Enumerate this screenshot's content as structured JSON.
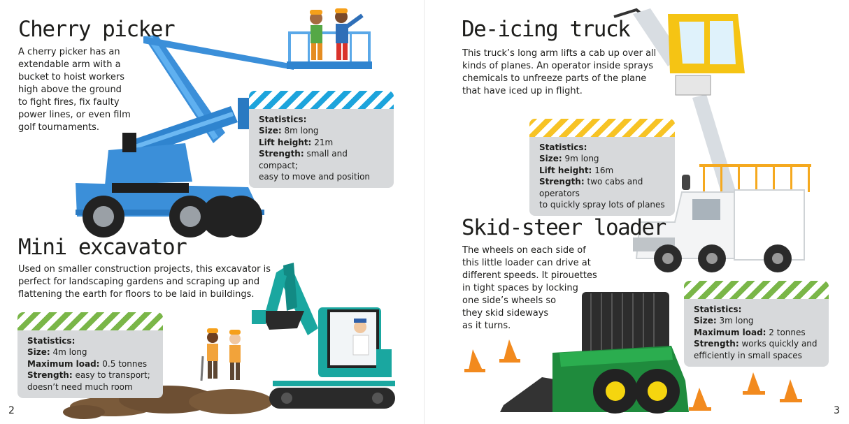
{
  "left_page": {
    "page_number": "2",
    "cherry_picker": {
      "title": "Cherry picker",
      "body": [
        "A cherry picker has an",
        "extendable arm with a",
        "bucket to hoist workers",
        "high above the ground",
        "to fight fires, fix faulty",
        "power lines, or even film",
        "golf tournaments."
      ],
      "stats": {
        "heading": "Statistics:",
        "rows": [
          {
            "label": "Size:",
            "value": "8m long"
          },
          {
            "label": "Lift height:",
            "value": "21m"
          },
          {
            "label": "Strength:",
            "value": "small and compact;"
          }
        ],
        "extra": "easy to move and position",
        "stripe_color": "#1da4dc"
      }
    },
    "mini_excavator": {
      "title": "Mini excavator",
      "body": [
        "Used on smaller construction projects, this excavator is",
        "perfect for landscaping gardens and scraping up and",
        "flattening the earth for floors to be laid in buildings."
      ],
      "stats": {
        "heading": "Statistics:",
        "rows": [
          {
            "label": "Size:",
            "value": "4m long"
          },
          {
            "label": "Maximum load:",
            "value": "0.5 tonnes"
          },
          {
            "label": "Strength:",
            "value": "easy to transport;"
          }
        ],
        "extra": "doesn’t need much room",
        "stripe_color": "#7ab648"
      }
    }
  },
  "right_page": {
    "page_number": "3",
    "deicing_truck": {
      "title": "De-icing truck",
      "body": [
        "This truck’s long arm lifts a cab up over all",
        "kinds of planes. An operator inside sprays",
        "chemicals to unfreeze parts of the plane",
        "that have iced up in flight."
      ],
      "stats": {
        "heading": "Statistics:",
        "rows": [
          {
            "label": "Size:",
            "value": "9m long"
          },
          {
            "label": "Lift height:",
            "value": "16m"
          },
          {
            "label": "Strength:",
            "value": "two cabs and operators"
          }
        ],
        "extra": "to quickly spray lots of planes",
        "stripe_color": "#f7c325"
      }
    },
    "skid_steer": {
      "title": "Skid-steer loader",
      "body": [
        "The wheels on each side of",
        "this little loader can drive at",
        "different speeds. It pirouettes",
        "in tight spaces by locking",
        "one side’s wheels so",
        "they skid sideways",
        "as it turns."
      ],
      "stats": {
        "heading": "Statistics:",
        "rows": [
          {
            "label": "Size:",
            "value": "3m long"
          },
          {
            "label": "Maximum load:",
            "value": "2 tonnes"
          },
          {
            "label": "Strength:",
            "value": "works quickly and"
          }
        ],
        "extra": "efficiently in small spaces",
        "stripe_color": "#7ab648"
      }
    }
  }
}
